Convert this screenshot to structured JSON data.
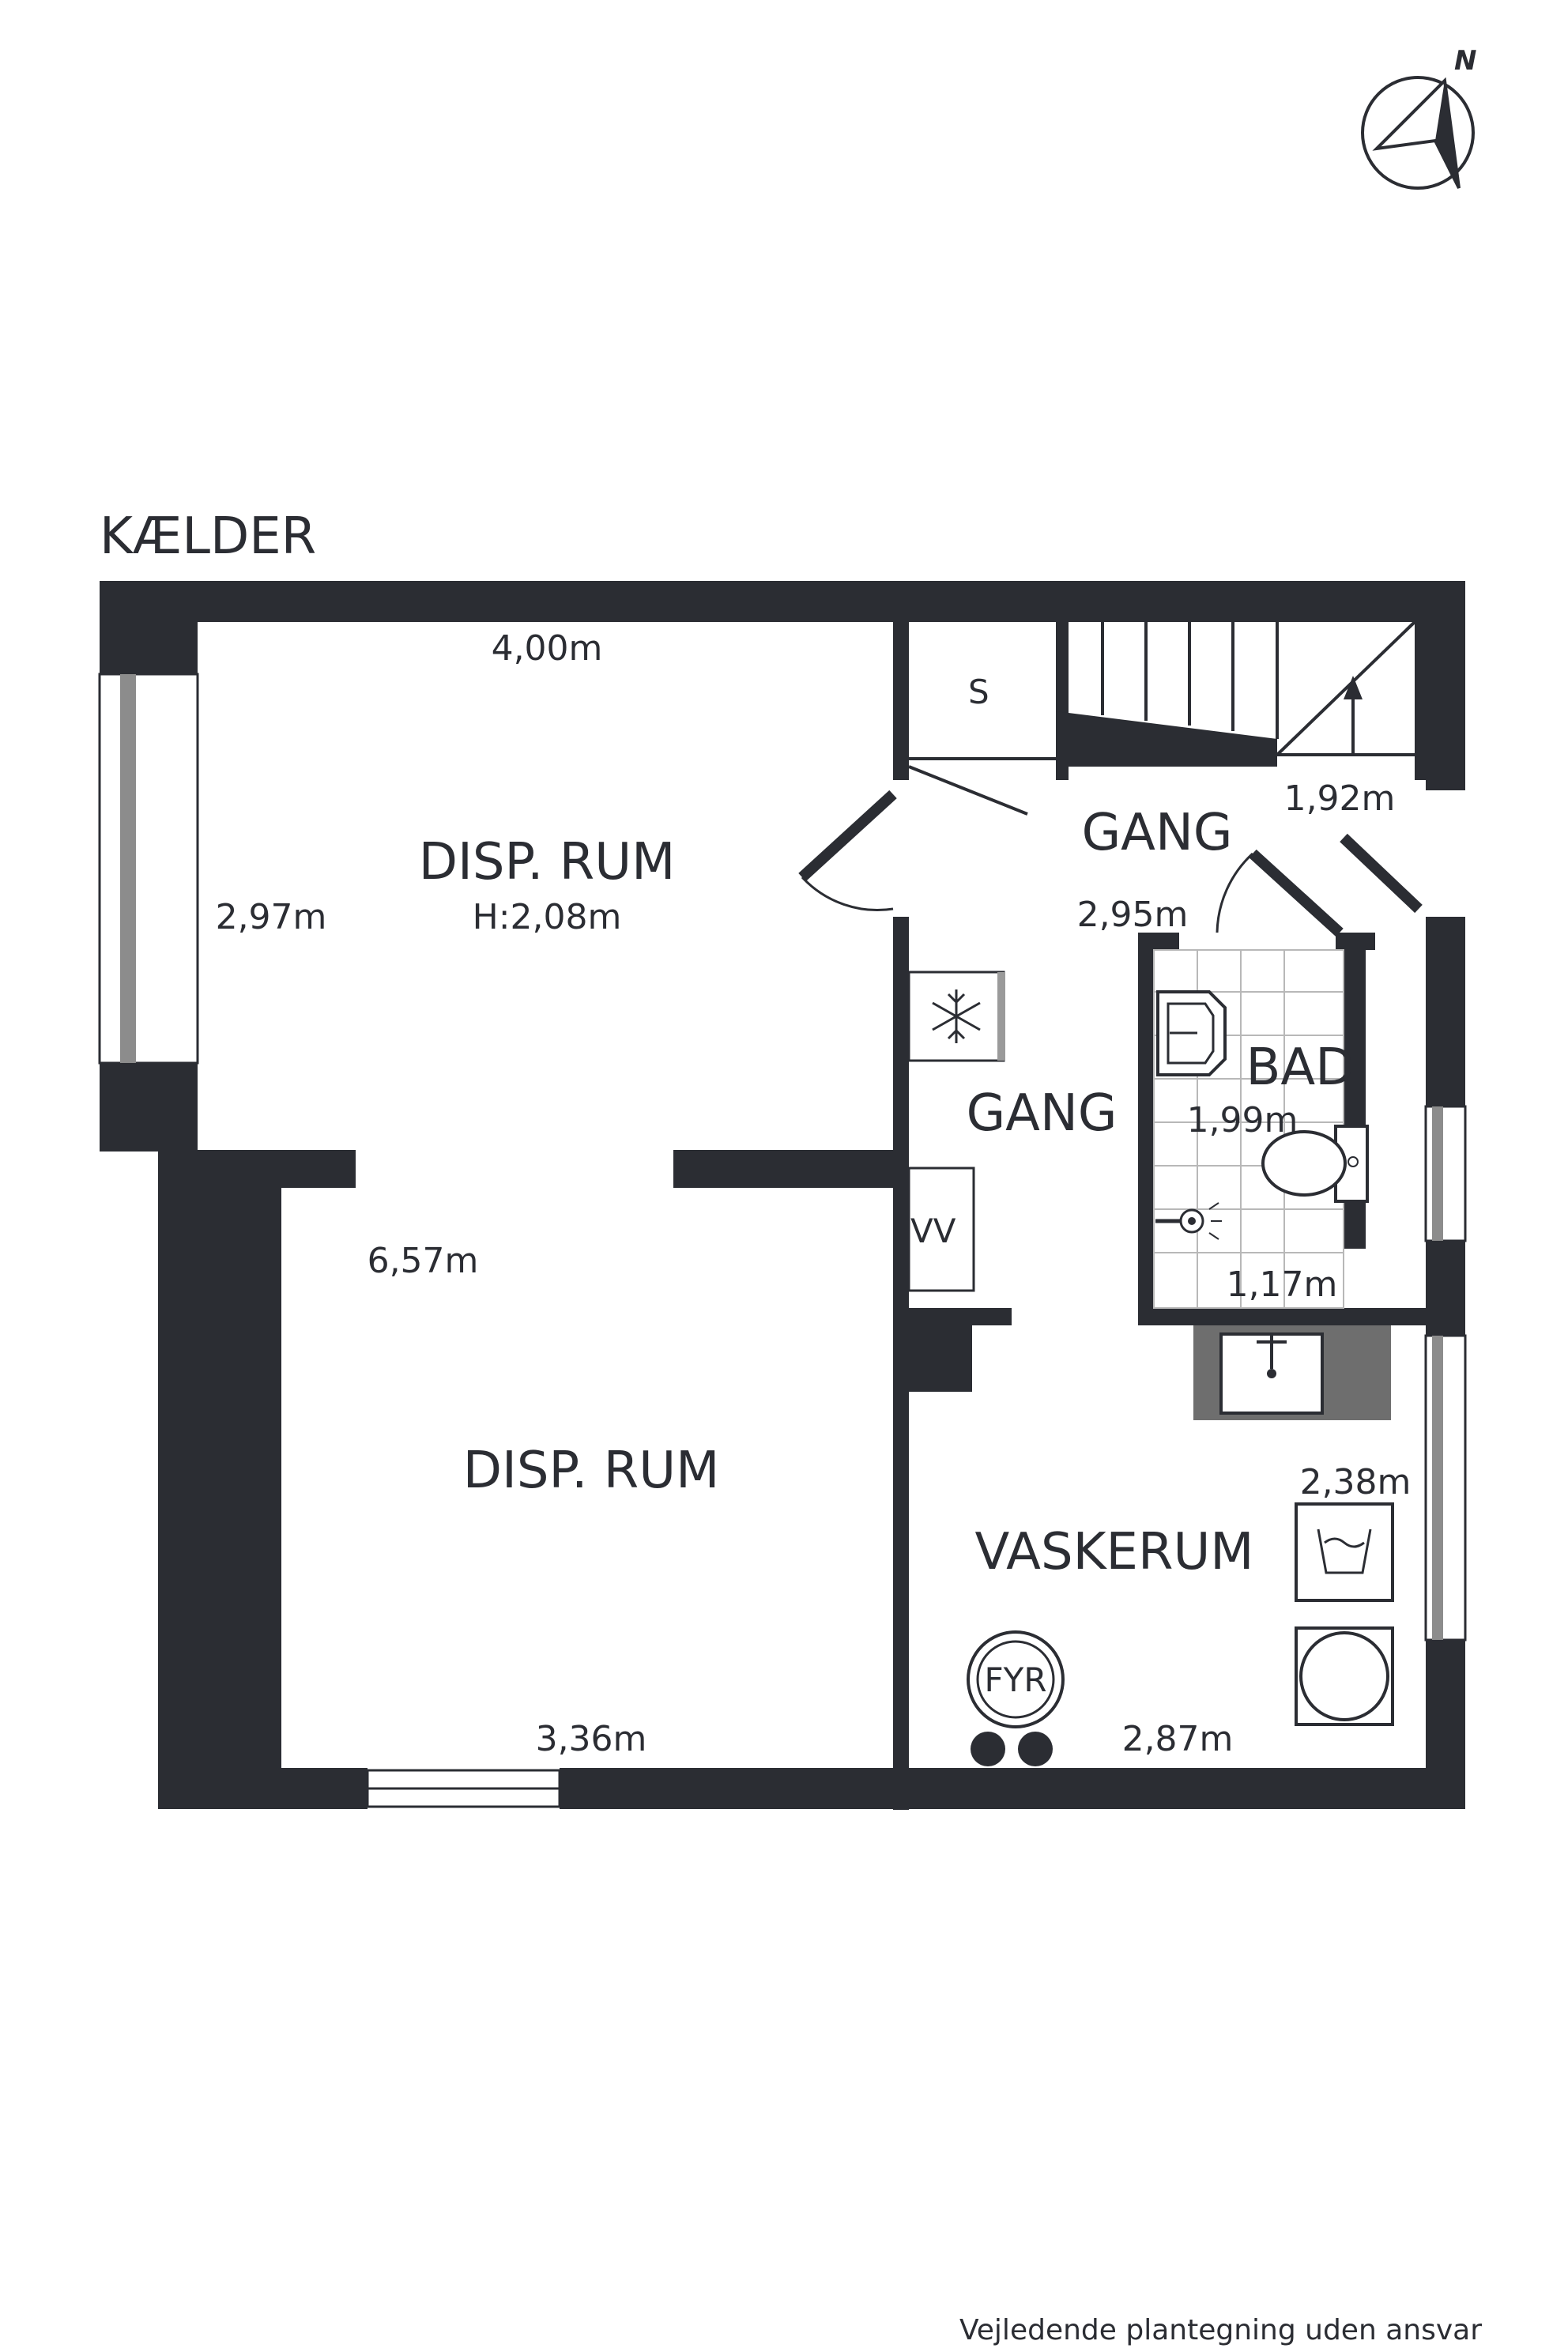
{
  "floor_title": "KÆLDER",
  "compass": {
    "label": "N"
  },
  "rooms": {
    "disp_rum_top": {
      "name": "DISP. RUM",
      "height": "H:2,08m"
    },
    "disp_rum_bottom": {
      "name": "DISP. RUM"
    },
    "gang_top": {
      "name": "GANG"
    },
    "gang_middle": {
      "name": "GANG"
    },
    "bad": {
      "name": "BAD"
    },
    "vaskerum": {
      "name": "VASKERUM"
    }
  },
  "symbols": {
    "storage": "S",
    "water_heater": "VV",
    "boiler": "FYR"
  },
  "dimensions": {
    "top_width": "4,00m",
    "left_height": "2,97m",
    "hall_length": "6,57m",
    "bottom_width": "3,36m",
    "stair_width": "1,92m",
    "gang_width": "2,95m",
    "bad_length": "1,99m",
    "bad_width": "1,17m",
    "vaskerum_length": "2,38m",
    "vaskerum_width": "2,87m"
  },
  "footer": "Vejledende plantegning uden ansvar"
}
